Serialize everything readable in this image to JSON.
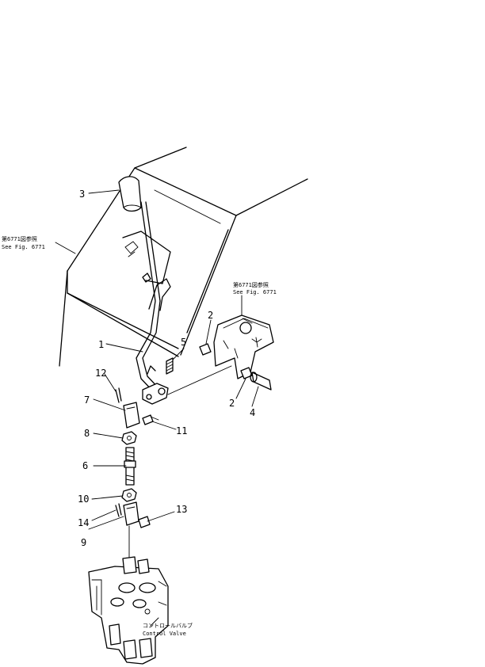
{
  "callouts": [
    "1",
    "2",
    "2",
    "3",
    "4",
    "5",
    "6",
    "7",
    "8",
    "9",
    "10",
    "11",
    "12",
    "13",
    "14"
  ],
  "notes": {
    "see_fig_a_jp": "第6771図参照",
    "see_fig_a_en": "See Fig. 6771",
    "see_fig_b_jp": "第6771図参照",
    "see_fig_b_en": "See Fig. 6771",
    "control_valve_jp": "コントロールバルブ",
    "control_valve_en": "Control Valve"
  }
}
